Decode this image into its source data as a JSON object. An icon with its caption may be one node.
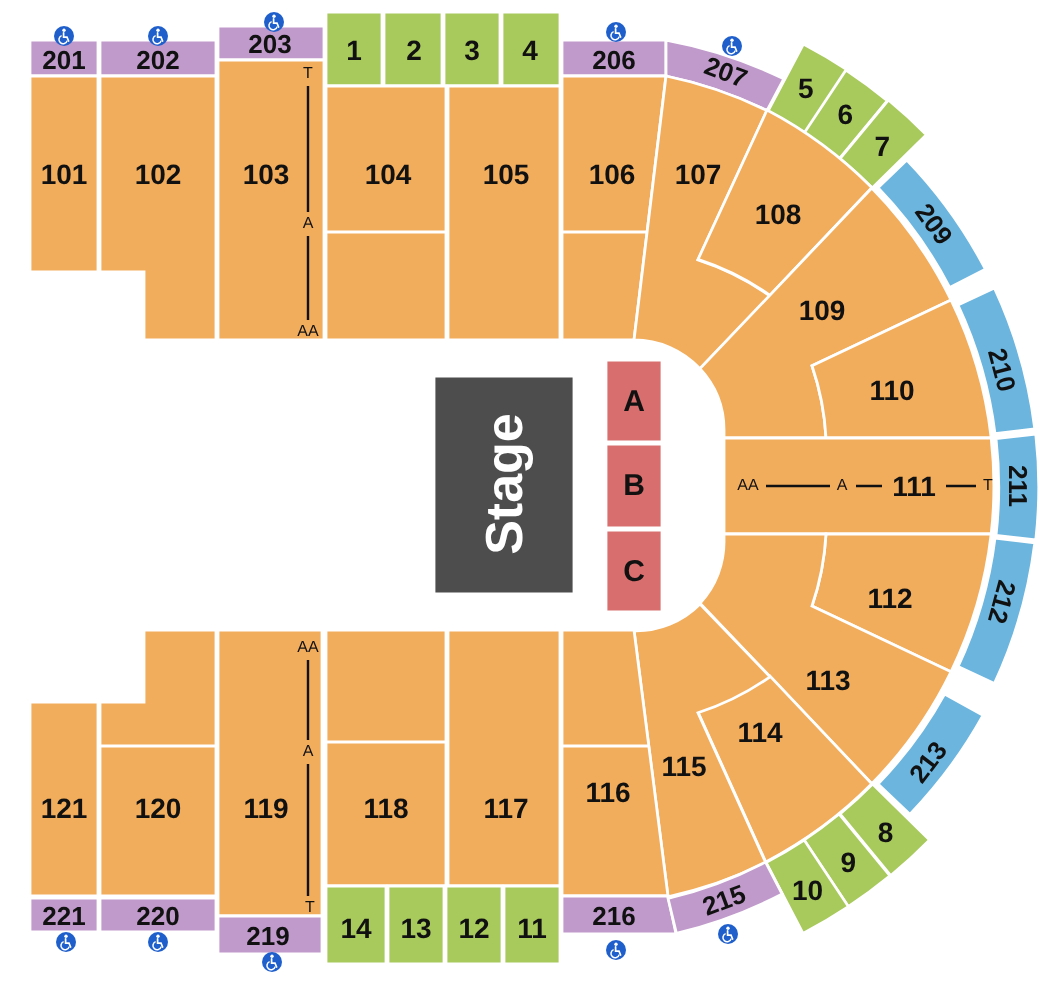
{
  "diagram": {
    "nodes": [
      {
        "text": [
          "201"
        ]
      },
      {
        "text": [
          "202"
        ]
      },
      {
        "text": [
          "203"
        ]
      },
      {
        "text": [
          "1"
        ]
      },
      {
        "text": [
          "2"
        ]
      },
      {
        "text": [
          "3"
        ]
      },
      {
        "text": [
          "4"
        ]
      },
      {
        "text": [
          "206"
        ]
      },
      {
        "text": [
          "207"
        ]
      },
      {
        "text": [
          "5"
        ]
      },
      {
        "text": [
          "6"
        ]
      },
      {
        "text": [
          "7"
        ]
      },
      {
        "text": [
          "101"
        ]
      },
      {
        "text": [
          "102"
        ]
      },
      {
        "text": [
          "103"
        ]
      },
      {
        "text": [
          "104"
        ]
      },
      {
        "text": [
          "105"
        ]
      },
      {
        "text": [
          "106"
        ]
      },
      {
        "text": [
          "107"
        ]
      },
      {
        "text": [
          "108"
        ]
      },
      {
        "text": [
          "209"
        ]
      },
      {
        "text": [
          "109"
        ]
      },
      {
        "text": [
          "110"
        ]
      },
      {
        "text": [
          "210"
        ]
      },
      {
        "text": [
          "Stage"
        ]
      },
      {
        "text": [
          "A"
        ]
      },
      {
        "text": [
          "B"
        ]
      },
      {
        "text": [
          "C"
        ]
      },
      {
        "text": [
          "111"
        ]
      },
      {
        "text": [
          "211"
        ]
      },
      {
        "text": [
          "112"
        ]
      },
      {
        "text": [
          "212"
        ]
      },
      {
        "text": [
          "113"
        ]
      },
      {
        "text": [
          "213"
        ]
      },
      {
        "text": [
          "114"
        ]
      },
      {
        "text": [
          "115"
        ]
      },
      {
        "text": [
          "116"
        ]
      },
      {
        "text": [
          "117"
        ]
      },
      {
        "text": [
          "118"
        ]
      },
      {
        "text": [
          "119"
        ]
      },
      {
        "text": [
          "120"
        ]
      },
      {
        "text": [
          "121"
        ]
      },
      {
        "text": [
          "8"
        ]
      },
      {
        "text": [
          "9"
        ]
      },
      {
        "text": [
          "10"
        ]
      },
      {
        "text": [
          "216"
        ]
      },
      {
        "text": [
          "215"
        ]
      },
      {
        "text": [
          "221"
        ]
      },
      {
        "text": [
          "220"
        ]
      },
      {
        "text": [
          "219"
        ]
      },
      {
        "text": [
          "14"
        ]
      },
      {
        "text": [
          "13"
        ]
      },
      {
        "text": [
          "12"
        ]
      },
      {
        "text": [
          "11"
        ]
      }
    ],
    "labels": [
      "T",
      "A",
      "AA",
      "AA",
      "A",
      "T",
      "AA",
      "A",
      "T"
    ]
  }
}
